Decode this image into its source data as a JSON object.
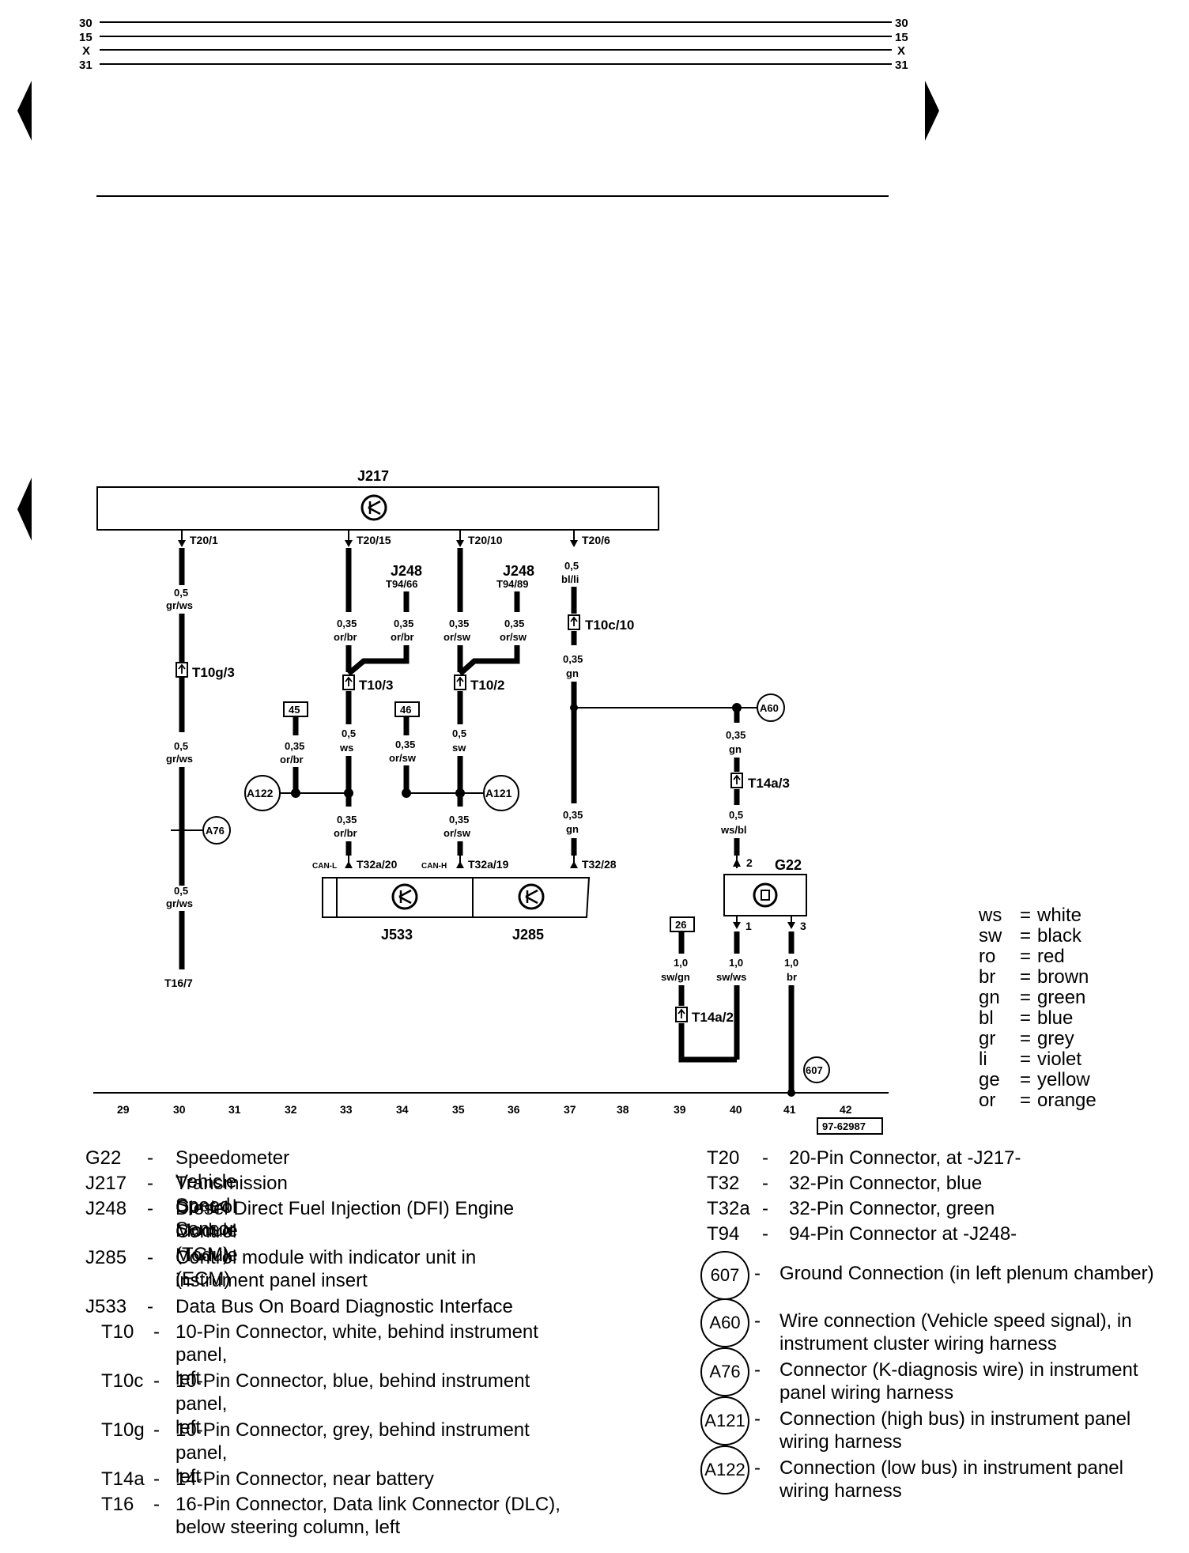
{
  "bus_labels": [
    "30",
    "15",
    "X",
    "31"
  ],
  "components": {
    "j217": "J217",
    "j533": "J533",
    "j285": "J285",
    "g22": "G22"
  },
  "connectors": {
    "t20_1": "T20/1",
    "t20_15": "T20/15",
    "t20_10": "T20/10",
    "t20_6": "T20/6",
    "j248_a": "J248",
    "j248_a_pin": "T94/66",
    "j248_b": "J248",
    "j248_b_pin": "T94/89",
    "t10g_3": "T10g/3",
    "t10_3": "T10/3",
    "t10_2": "T10/2",
    "t10c_10": "T10c/10",
    "t14a_3": "T14a/3",
    "t14a_2": "T14a/2",
    "t32a_20": "T32a/20",
    "t32a_19": "T32a/19",
    "t32_28": "T32/28",
    "can_l": "CAN-L",
    "can_h": "CAN-H",
    "t16_7": "T16/7",
    "g22_pin2": "2",
    "g22_pin1": "1",
    "g22_pin3": "3"
  },
  "wire_labels": [
    [
      "0,5",
      "gr/ws"
    ],
    [
      "0,5",
      "gr/ws"
    ],
    [
      "0,5",
      "gr/ws"
    ],
    [
      "0,35",
      "or/br"
    ],
    [
      "0,35",
      "or/br"
    ],
    [
      "0,5",
      "ws"
    ],
    [
      "0,35",
      "or/br"
    ],
    [
      "0,35",
      "or/br"
    ],
    [
      "0,35",
      "or/sw"
    ],
    [
      "0,35",
      "or/sw"
    ],
    [
      "0,5",
      "sw"
    ],
    [
      "0,35",
      "or/sw"
    ],
    [
      "0,35",
      "or/sw"
    ],
    [
      "0,5",
      "bl/li"
    ],
    [
      "0,35",
      "gn"
    ],
    [
      "0,35",
      "gn"
    ],
    [
      "0,35",
      "gn"
    ],
    [
      "0,5",
      "ws/bl"
    ],
    [
      "1,0",
      "sw/gn"
    ],
    [
      "1,0",
      "sw/ws"
    ],
    [
      "1,0",
      "br"
    ]
  ],
  "ref_boxes": [
    "45",
    "46",
    "26"
  ],
  "circle_refs": [
    "A60",
    "A76",
    "A121",
    "A122",
    "607"
  ],
  "ruler": [
    "29",
    "30",
    "31",
    "32",
    "33",
    "34",
    "35",
    "36",
    "37",
    "38",
    "39",
    "40",
    "41",
    "42"
  ],
  "figure_id": "97-62987",
  "color_legend": [
    {
      "abbr": "ws",
      "name": "white"
    },
    {
      "abbr": "sw",
      "name": "black"
    },
    {
      "abbr": "ro",
      "name": "red"
    },
    {
      "abbr": "br",
      "name": "brown"
    },
    {
      "abbr": "gn",
      "name": "green"
    },
    {
      "abbr": "bl",
      "name": "blue"
    },
    {
      "abbr": "gr",
      "name": "grey"
    },
    {
      "abbr": "li",
      "name": "violet"
    },
    {
      "abbr": "ge",
      "name": "yellow"
    },
    {
      "abbr": "or",
      "name": "orange"
    }
  ],
  "legend_left": [
    {
      "code": "G22",
      "desc1": "Speedometer Vehicle Speed Sensor",
      "desc2": ""
    },
    {
      "code": "J217",
      "desc1": "Transmission Control Module (TCM)",
      "desc2": ""
    },
    {
      "code": "J248",
      "desc1": "Diesel Direct Fuel Injection (DFI) Engine",
      "desc2": "Control Module (ECM)"
    },
    {
      "code": "J285",
      "desc1": "Control module with indicator unit in",
      "desc2": "instrument panel insert"
    },
    {
      "code": "J533",
      "desc1": "Data Bus On Board Diagnostic Interface",
      "desc2": ""
    },
    {
      "code": "T10",
      "desc1": "10-Pin Connector, white, behind instrument",
      "desc2": "panel, left"
    },
    {
      "code": "T10c",
      "desc1": "10-Pin Connector, blue, behind instrument",
      "desc2": "panel, left"
    },
    {
      "code": "T10g",
      "desc1": "10-Pin Connector, grey, behind instrument",
      "desc2": "panel, left"
    },
    {
      "code": "T14a",
      "desc1": "14-Pin Connector, near battery",
      "desc2": ""
    },
    {
      "code": "T16",
      "desc1": "16-Pin Connector, Data link Connector (DLC),",
      "desc2": "below steering column, left"
    }
  ],
  "legend_right": [
    {
      "code": "T20",
      "desc1": "20-Pin Connector, at -J217-"
    },
    {
      "code": "T32",
      "desc1": "32-Pin Connector, blue"
    },
    {
      "code": "T32a",
      "desc1": "32-Pin Connector, green"
    },
    {
      "code": "T94",
      "desc1": "94-Pin Connector at -J248-"
    }
  ],
  "legend_circles": [
    {
      "code": "607",
      "desc1": "Ground Connection (in left plenum chamber)",
      "desc2": ""
    },
    {
      "code": "A60",
      "desc1": "Wire connection (Vehicle speed signal), in",
      "desc2": "instrument cluster  wiring harness"
    },
    {
      "code": "A76",
      "desc1": "Connector (K-diagnosis wire) in instrument",
      "desc2": "panel wiring harness"
    },
    {
      "code": "A121",
      "desc1": "Connection (high bus) in instrument panel",
      "desc2": "wiring harness"
    },
    {
      "code": "A122",
      "desc1": "Connection (low bus) in instrument panel",
      "desc2": "wiring harness"
    }
  ]
}
